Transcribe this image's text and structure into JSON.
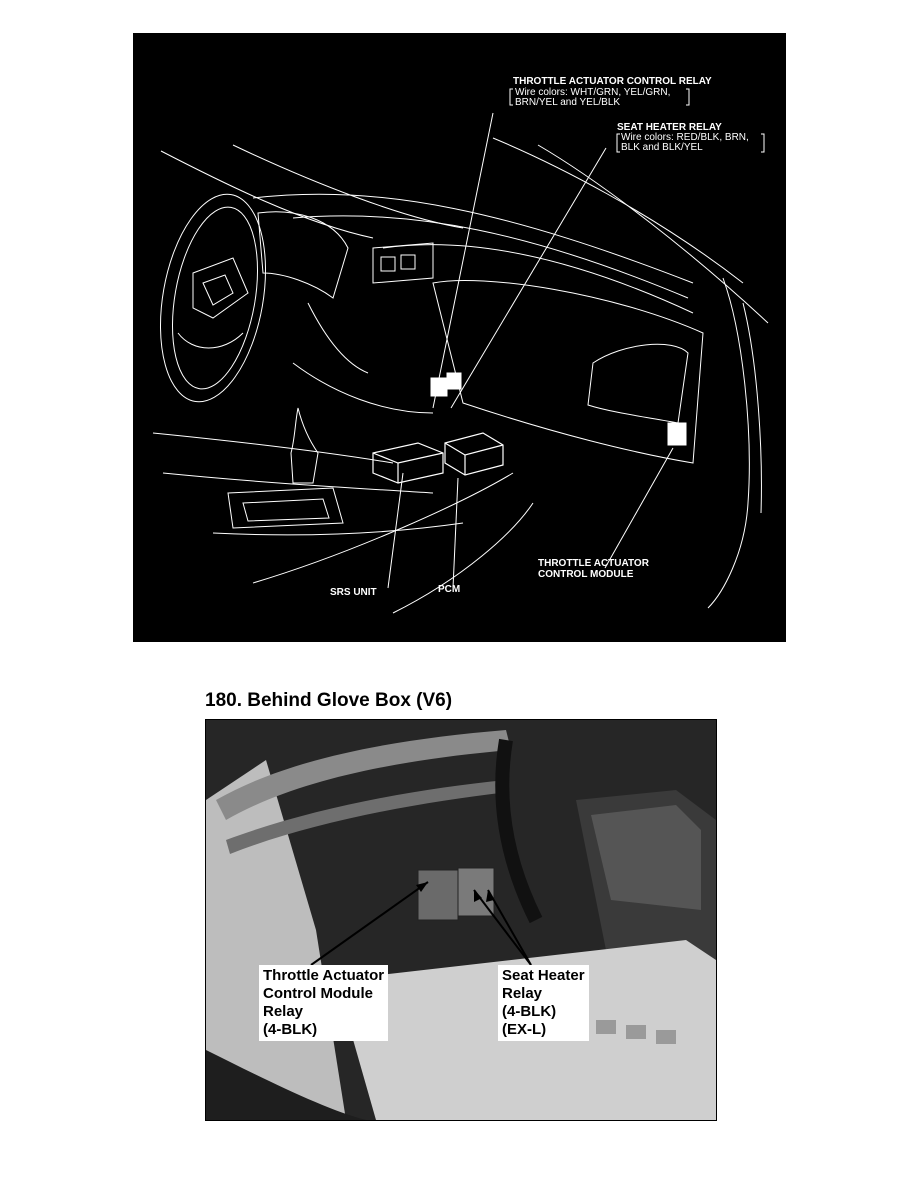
{
  "diagram": {
    "labels": {
      "tacr_title": "THROTTLE ACTUATOR CONTROL RELAY",
      "tacr_wire1": "Wire colors: WHT/GRN, YEL/GRN,",
      "tacr_wire2": "BRN/YEL and YEL/BLK",
      "shr_title": "SEAT HEATER RELAY",
      "shr_wire1": "Wire colors: RED/BLK, BRN,",
      "shr_wire2": "BLK and BLK/YEL",
      "srs": "SRS UNIT",
      "pcm": "PCM",
      "tacm1": "THROTTLE ACTUATOR",
      "tacm2": "CONTROL MODULE"
    }
  },
  "section": {
    "title": "180. Behind Glove Box (V6)"
  },
  "photo": {
    "left_callout": [
      "Throttle Actuator",
      "Control Module",
      "Relay",
      "(4-BLK)"
    ],
    "right_callout": [
      "Seat Heater",
      "Relay",
      "(4-BLK)",
      "(EX-L)"
    ]
  }
}
